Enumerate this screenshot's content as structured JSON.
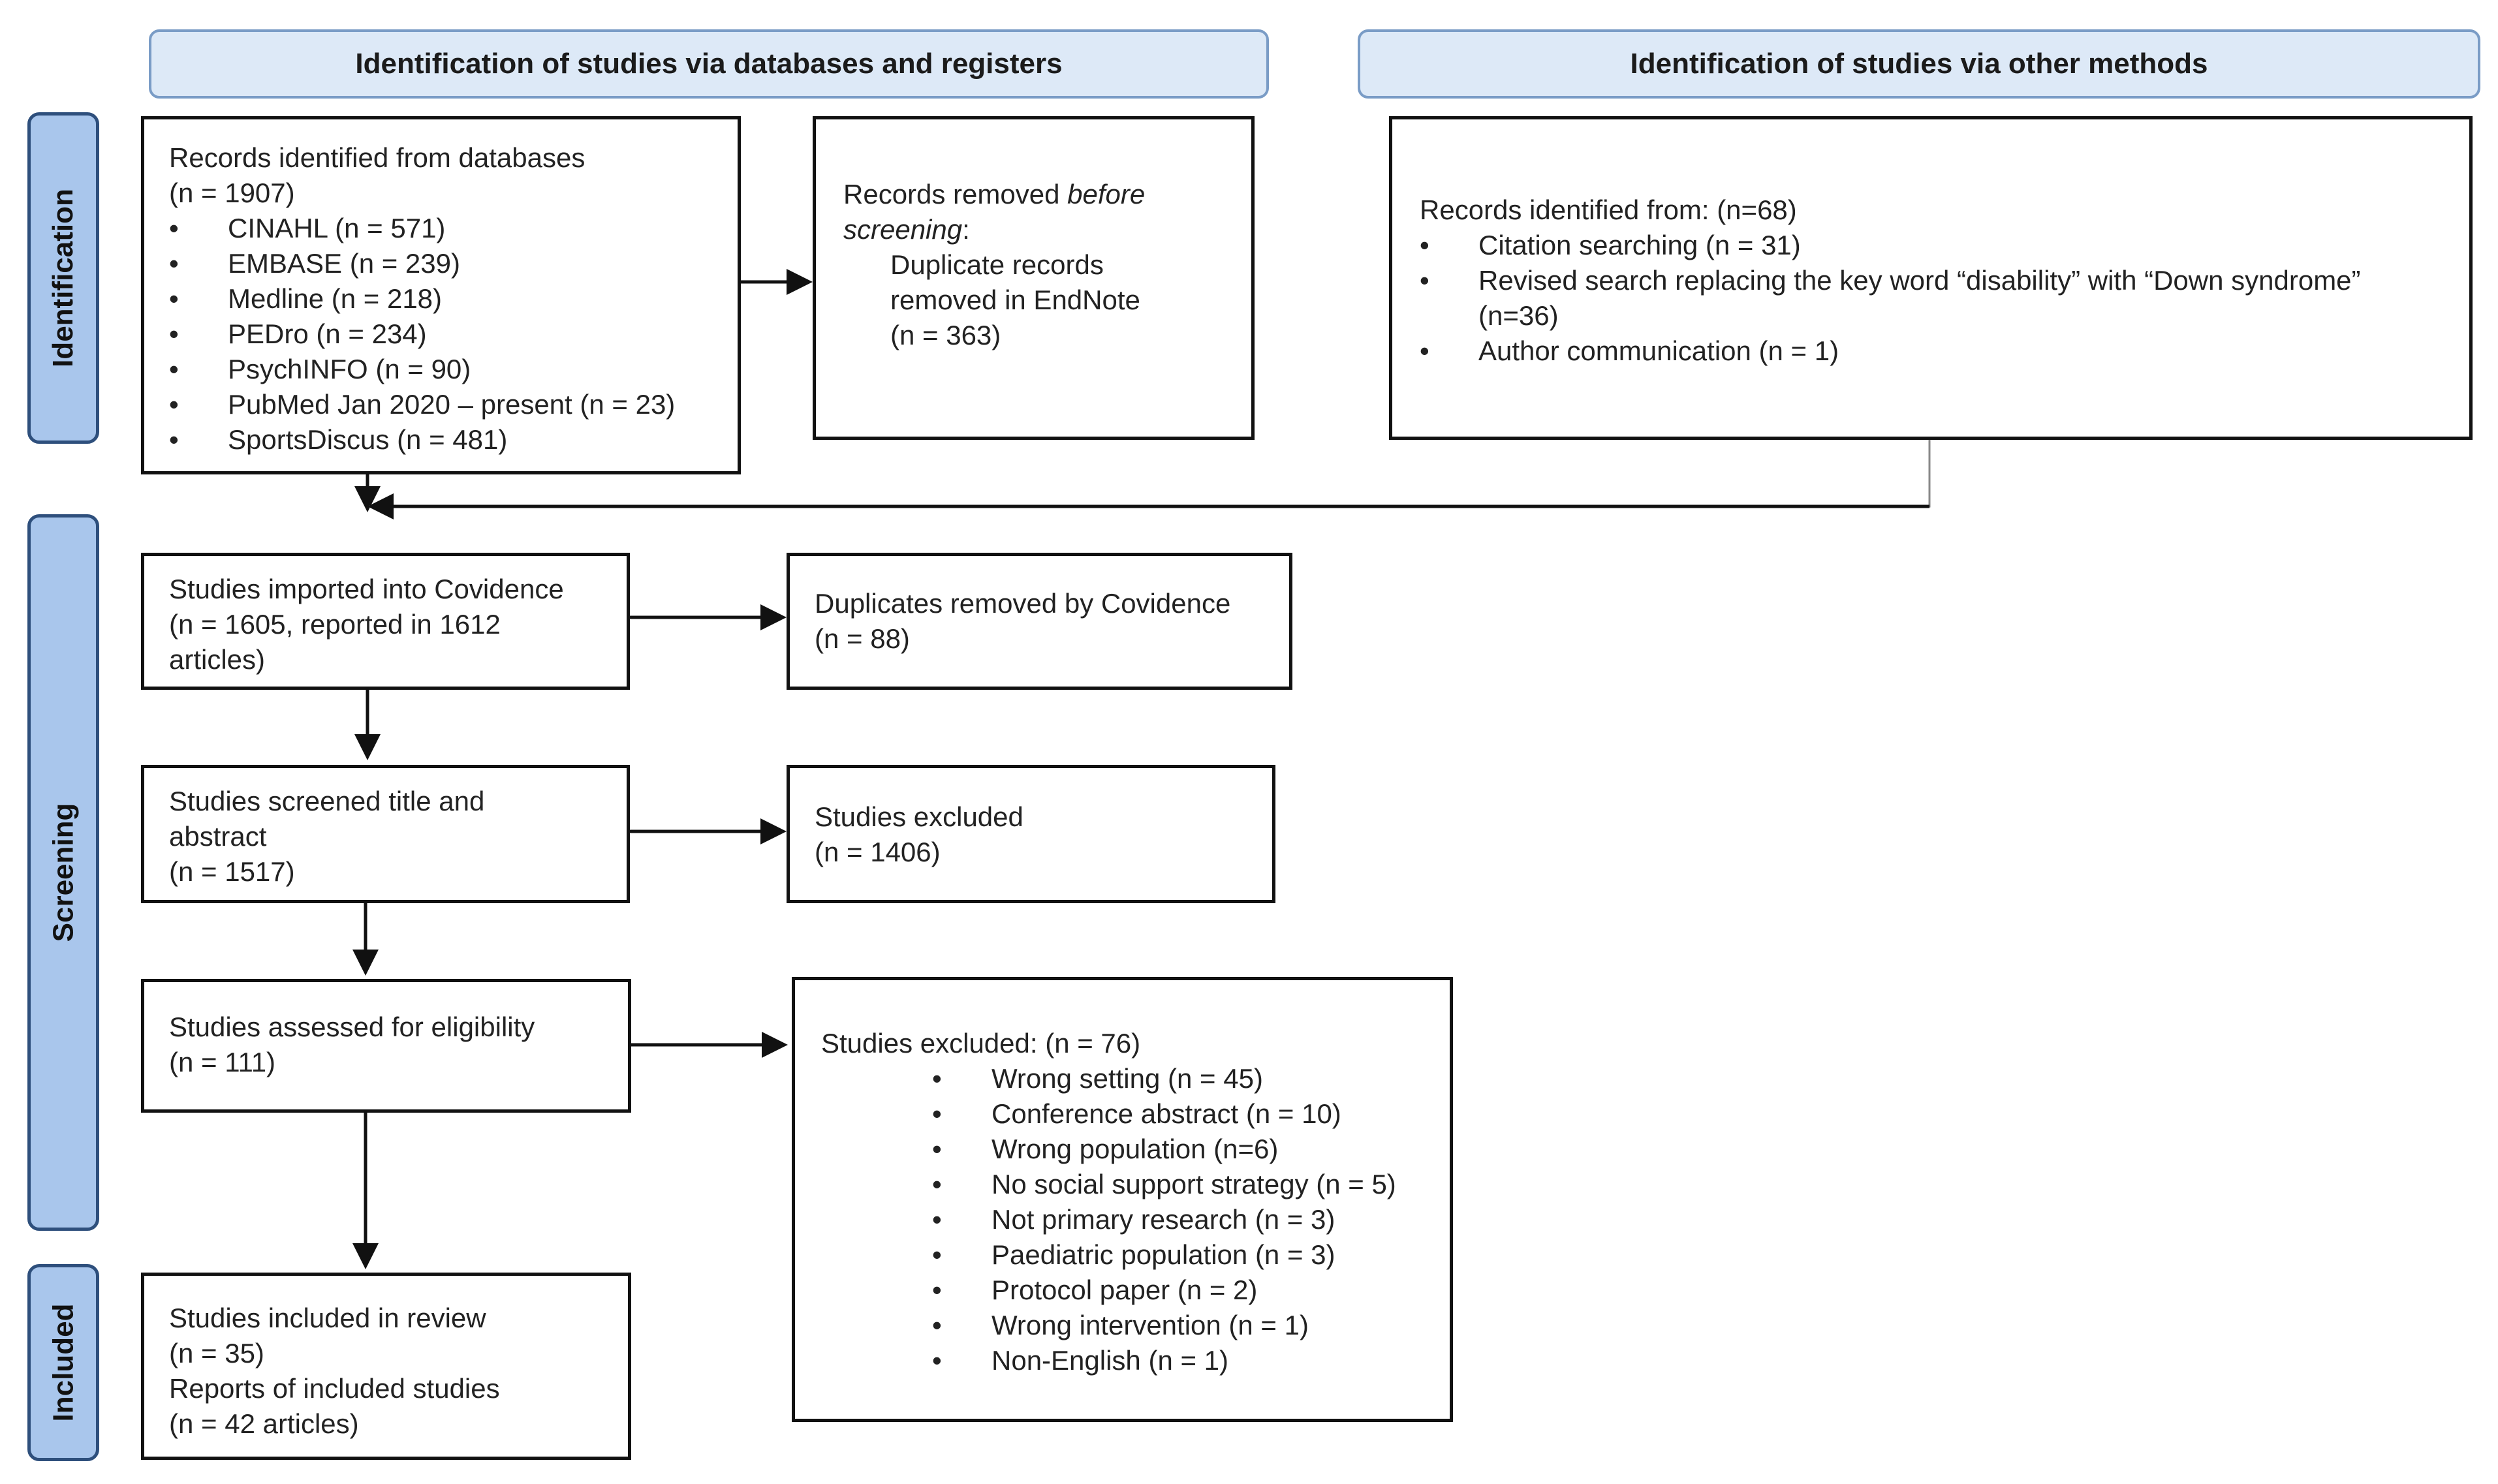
{
  "headers": {
    "left": "Identification of studies via databases and registers",
    "right": "Identification of studies via other methods"
  },
  "stages": {
    "identification": "Identification",
    "screening": "Screening",
    "included": "Included"
  },
  "records_db": {
    "title": "Records identified from databases",
    "count": "(n = 1907)",
    "items": [
      "CINAHL (n = 571)",
      "EMBASE (n = 239)",
      "Medline (n = 218)",
      "PEDro (n = 234)",
      "PsychINFO (n = 90)",
      "PubMed Jan 2020 – present (n = 23)",
      "SportsDiscus (n = 481)"
    ]
  },
  "removed_before": {
    "line1_prefix": "Records removed ",
    "line1_em": "before",
    "line2_em": "screening",
    "line2_suffix": ":",
    "detail1": "Duplicate records",
    "detail2": "removed in EndNote",
    "detail3": "(n = 363)"
  },
  "records_other": {
    "title": "Records identified from: (n=68)",
    "items": [
      "Citation searching (n = 31)",
      "Revised search replacing the key word “disability” with “Down syndrome”",
      "Author communication (n = 1)"
    ],
    "item2_cont": "(n=36)"
  },
  "imported": {
    "line1": "Studies imported into Covidence",
    "line2": "(n = 1605, reported in 1612",
    "line3": "articles)"
  },
  "duplicates": {
    "line1": "Duplicates removed by Covidence",
    "line2": "(n = 88)"
  },
  "screened": {
    "line1": "Studies screened title and",
    "line2": "abstract",
    "line3": "(n = 1517)"
  },
  "excluded1": {
    "line1": "Studies excluded",
    "line2": "(n = 1406)"
  },
  "eligibility": {
    "line1": "Studies assessed for eligibility",
    "line2": "(n = 111)"
  },
  "excluded2": {
    "title": "Studies excluded: (n = 76)",
    "items": [
      "Wrong setting (n = 45)",
      "Conference abstract (n = 10)",
      "Wrong population (n=6)",
      "No social support strategy (n = 5)",
      "Not primary research (n = 3)",
      "Paediatric population (n = 3)",
      "Protocol paper (n = 2)",
      "Wrong intervention (n = 1)",
      "Non-English (n = 1)"
    ]
  },
  "included": {
    "line1": "Studies included in review",
    "line2": "(n = 35)",
    "line3": "Reports of included studies",
    "line4": "(n = 42 articles)"
  }
}
